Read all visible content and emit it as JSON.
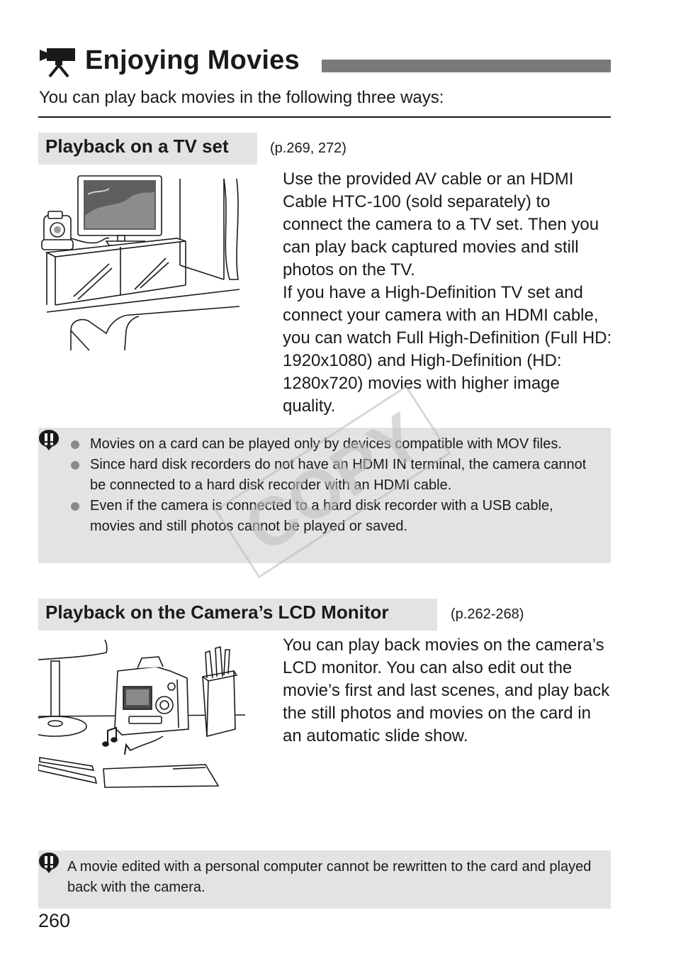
{
  "page": {
    "title": "Enjoying Movies",
    "title_icon": "movie-camera-icon",
    "intro": "You can play back movies in the following three ways:",
    "page_number": "260",
    "watermark": "COPY"
  },
  "sections": [
    {
      "heading": "Playback on a TV set",
      "page_ref": "(p.269, 272)",
      "illustration": "camera-connected-to-tv",
      "paragraphs": [
        "Use the provided AV cable or an HDMI Cable HTC-100 (sold separately) to connect the camera to a TV set. Then you can play back captured movies and still photos on the TV.",
        "If you have a High-Definition TV set and connect your camera with an HDMI cable, you can watch Full High-Definition (Full HD: 1920x1080) and High-Definition (HD: 1280x720) movies with higher image quality."
      ]
    },
    {
      "heading": "Playback on the Camera’s LCD Monitor",
      "page_ref": "(p.262-268)",
      "illustration": "camera-on-desk",
      "paragraphs": [
        "You can play back movies on the camera’s LCD monitor. You can also edit out the movie’s first and last scenes, and play back the still photos and movies on the card in an automatic slide show."
      ]
    }
  ],
  "cautions": [
    {
      "icon": "caution-icon",
      "items": [
        "Movies on a card can be played only by devices compatible with MOV files.",
        "Since hard disk recorders do not have an HDMI IN terminal, the camera cannot be connected to a hard disk recorder with an HDMI cable.",
        "Even if the camera is connected to a hard disk recorder with a USB cable, movies and still photos cannot be played or saved."
      ]
    },
    {
      "icon": "caution-icon",
      "text": "A movie edited with a personal computer cannot be rewritten to the card and played back with the camera."
    }
  ],
  "colors": {
    "section_bg": "#e3e3e3",
    "title_bar": "#7a7a7a",
    "text": "#1a1a1a",
    "bullet": "#8a8a8a"
  }
}
